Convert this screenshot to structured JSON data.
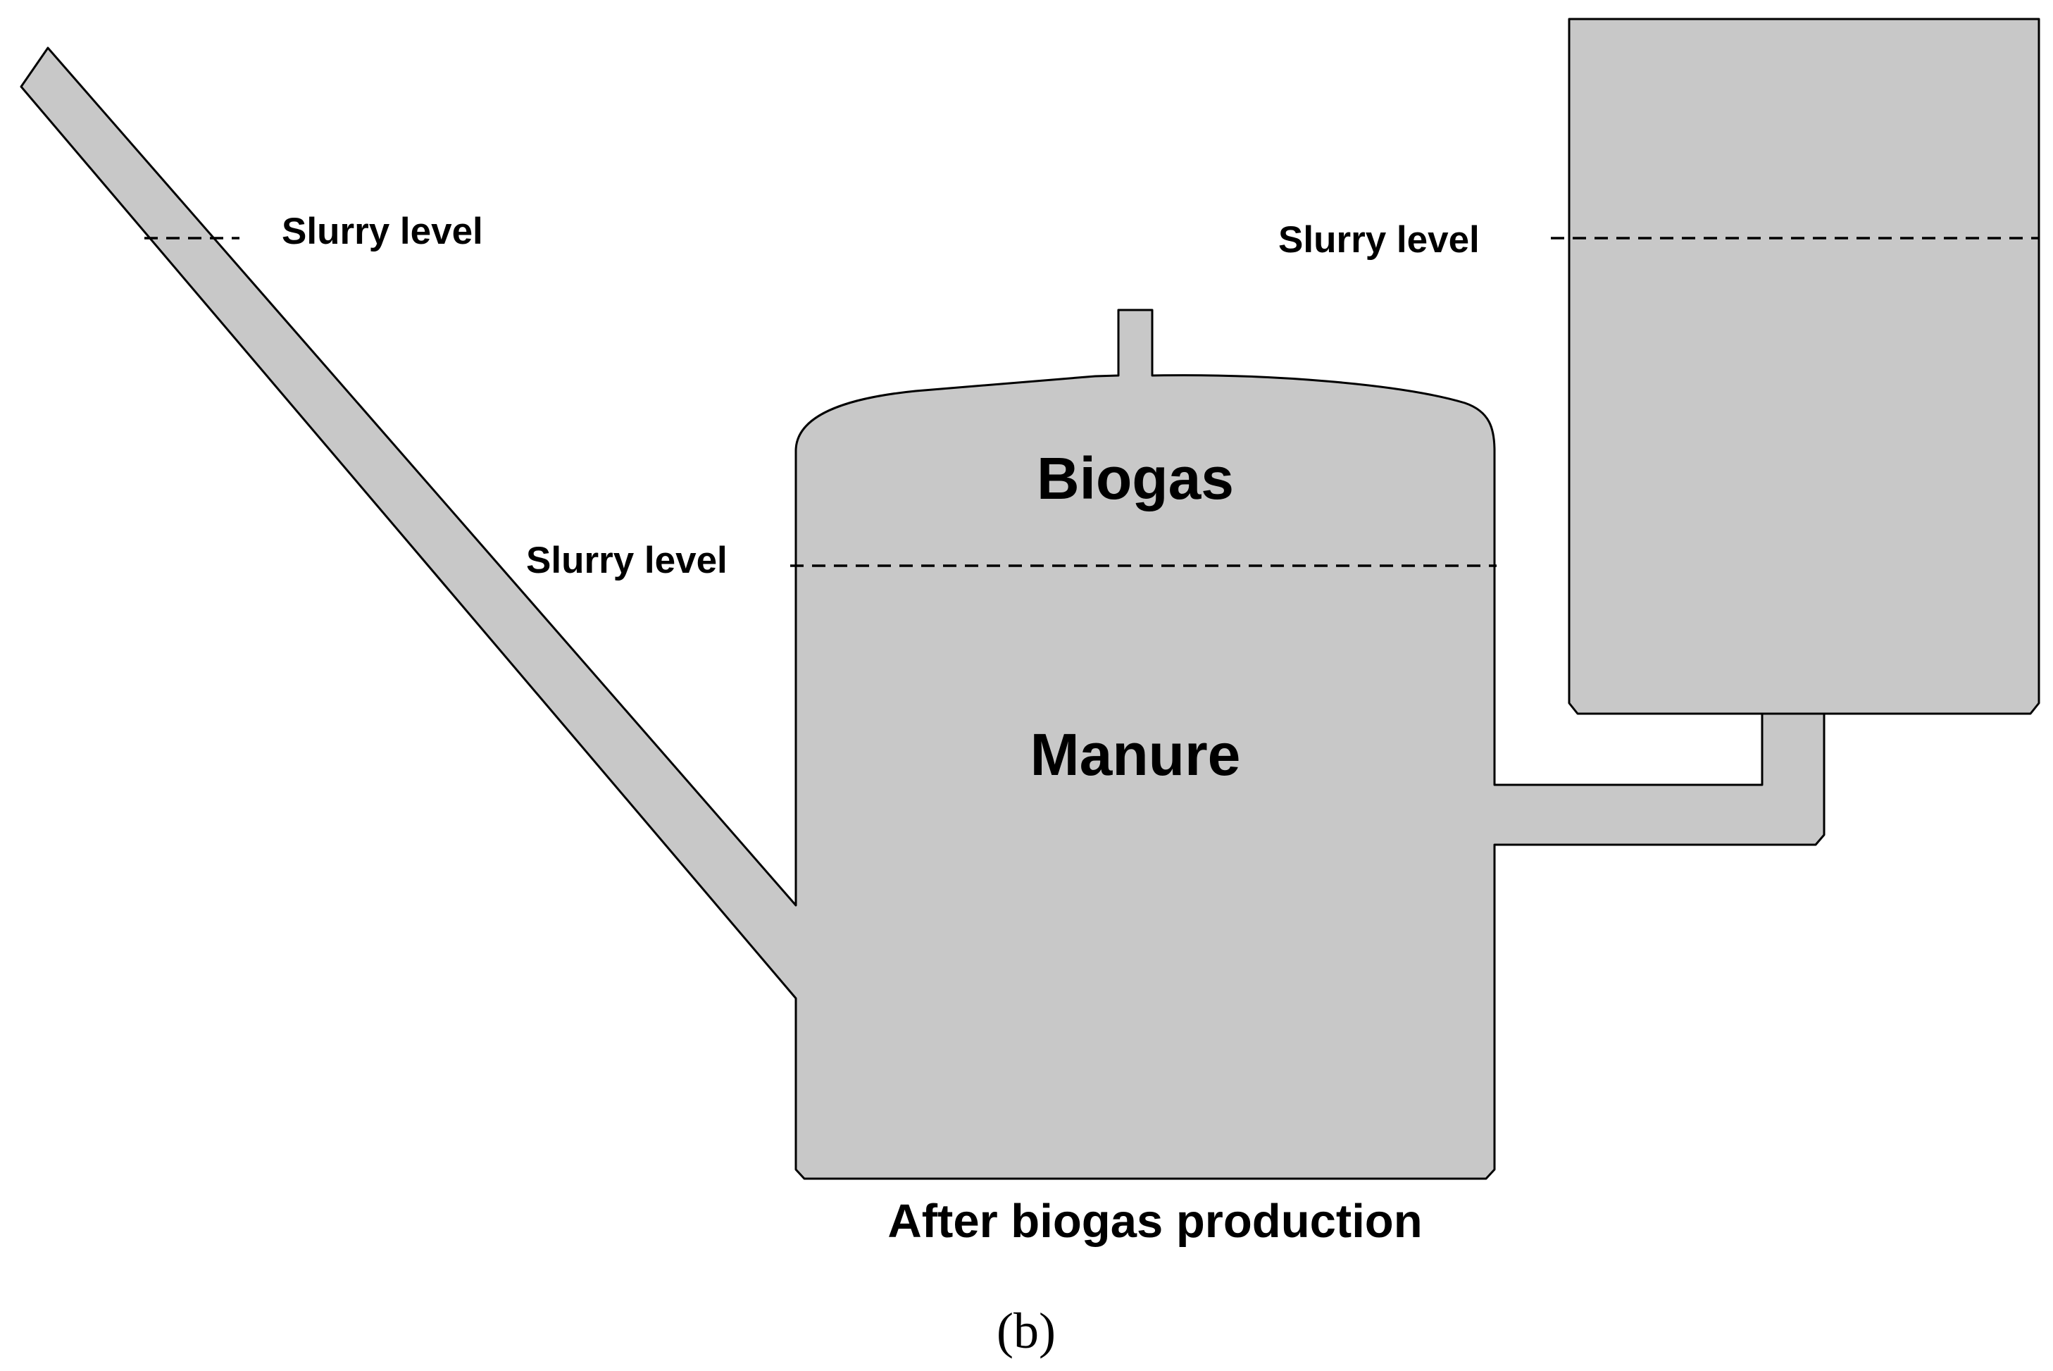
{
  "diagram": {
    "inlet_level_label": "Slurry level",
    "digester_level_label": "Slurry level",
    "outlet_level_label": "Slurry level",
    "gas_zone_label": "Biogas",
    "manure_zone_label": "Manure",
    "stage_label": "After biogas production",
    "panel_label": "(b)",
    "fill_color": "#c8c8c8"
  }
}
